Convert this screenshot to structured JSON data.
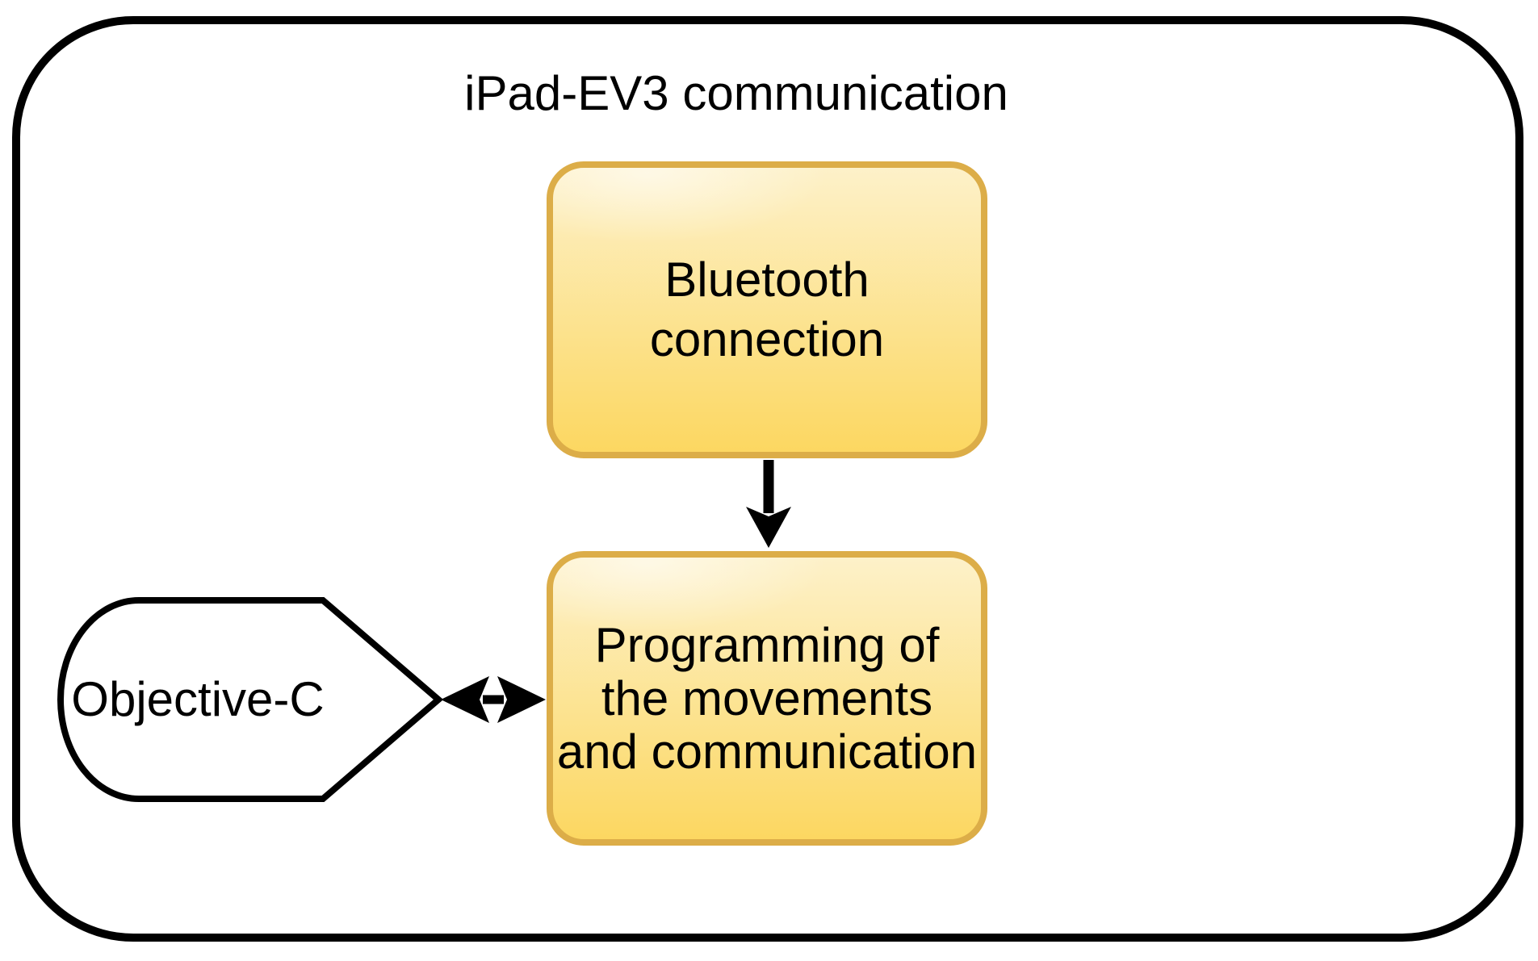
{
  "title": "iPad-EV3 communication",
  "nodes": {
    "bluetooth": {
      "shape": "rounded-rect",
      "lines": [
        "Bluetooth",
        "connection"
      ]
    },
    "programming": {
      "shape": "rounded-rect",
      "lines": [
        "Programming of",
        "the movements",
        "and communication"
      ]
    },
    "objective_c": {
      "shape": "rounded-pointer",
      "label": "Objective-C"
    }
  },
  "connections": [
    {
      "from": "bluetooth",
      "to": "programming",
      "style": "single-arrow-down"
    },
    {
      "from": "objective_c",
      "to": "programming",
      "style": "double-headed-arrow"
    }
  ],
  "colors": {
    "node_border": "#dcad48",
    "node_fill_top": "#fdf1c9",
    "node_fill_bottom": "#fcd761",
    "outline": "#000000"
  }
}
